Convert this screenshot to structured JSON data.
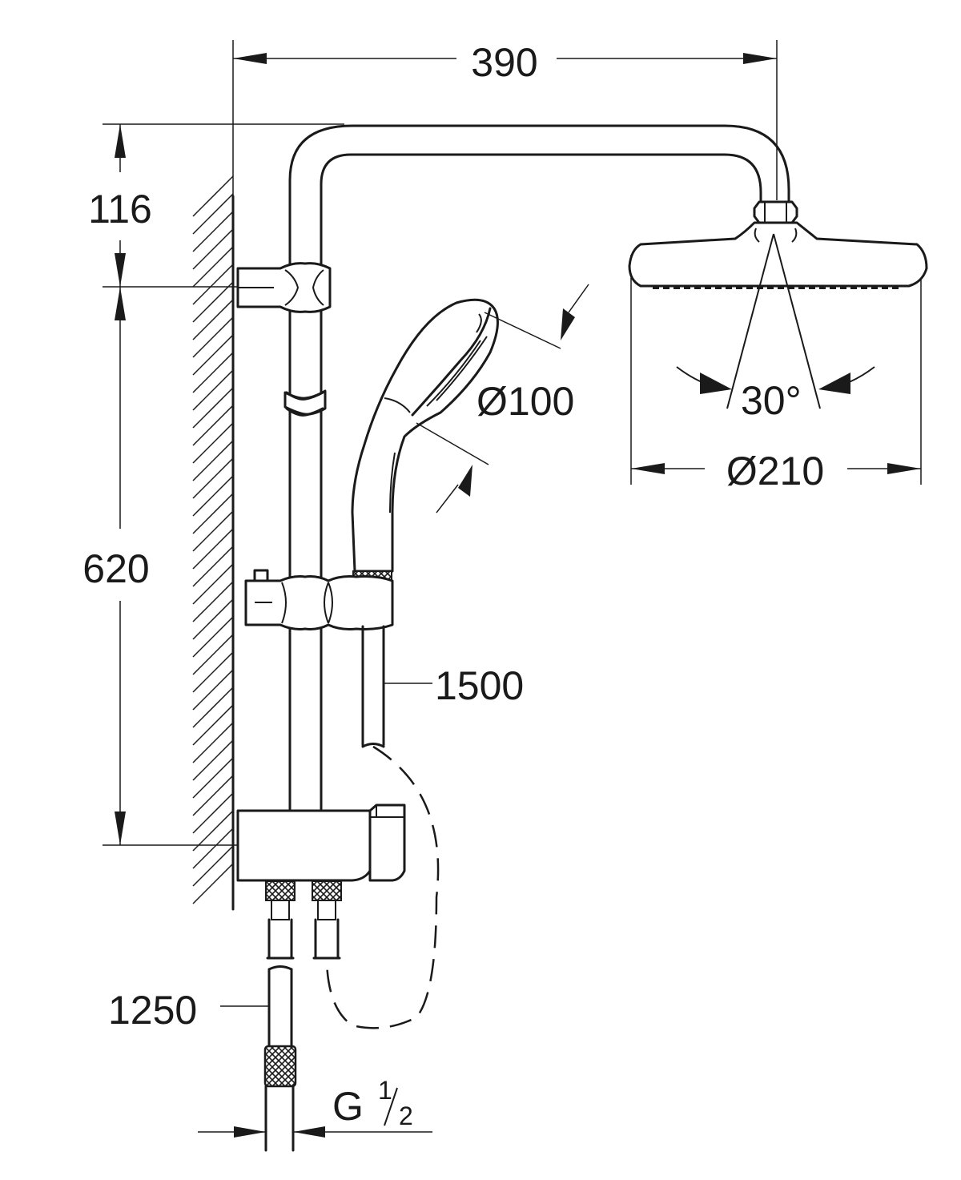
{
  "dimensions": {
    "arm_reach": "390",
    "arm_height": "116",
    "rail_length": "620",
    "hand_shower_diameter": "Ø100",
    "head_shower_diameter": "Ø210",
    "tilt_angle": "30°",
    "hand_hose_length": "1500",
    "supply_hose_length": "1250",
    "thread_main": "G",
    "thread_num": "1",
    "thread_den": "2"
  },
  "colors": {
    "ink": "#1a1a1a",
    "paper": "#ffffff"
  },
  "parts": [
    "wall-hatching",
    "riser-rail",
    "shower-arm",
    "head-shower",
    "hand-shower",
    "rail-slider",
    "thermostat-body",
    "supply-hose"
  ]
}
